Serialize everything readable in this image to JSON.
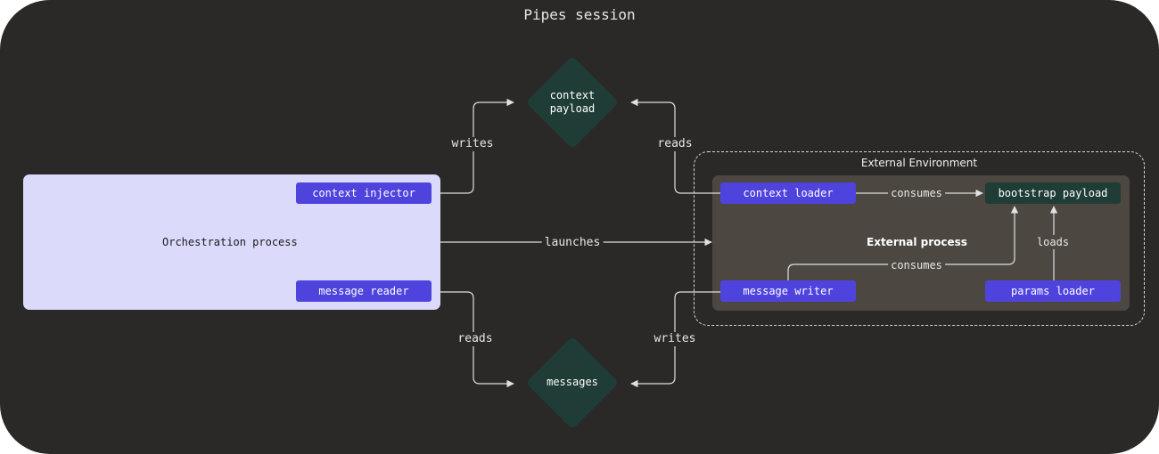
{
  "session": {
    "title": "Pipes session"
  },
  "orchestration": {
    "label": "Orchestration process",
    "context_injector": "context injector",
    "message_reader": "message reader"
  },
  "external_environment": {
    "label": "External Environment"
  },
  "external_process": {
    "label": "External process",
    "context_loader": "context loader",
    "bootstrap_payload": "bootstrap payload",
    "message_writer": "message writer",
    "params_loader": "params loader"
  },
  "diamonds": {
    "context_payload": [
      "context",
      "payload"
    ],
    "messages": "messages"
  },
  "edges": {
    "writes_top": "writes",
    "reads_top": "reads",
    "launches": "launches",
    "consumes_top": "consumes",
    "consumes_mid": "consumes",
    "loads": "loads",
    "reads_bottom": "reads",
    "writes_bottom": "writes"
  },
  "colors": {
    "background": "#2a2928",
    "orchestration_fill": "#dcdafb",
    "external_process_fill": "#4c4841",
    "node_blue": "#4f43dd",
    "node_dark_green": "#1f3d36",
    "edge": "#e0e0e0"
  }
}
